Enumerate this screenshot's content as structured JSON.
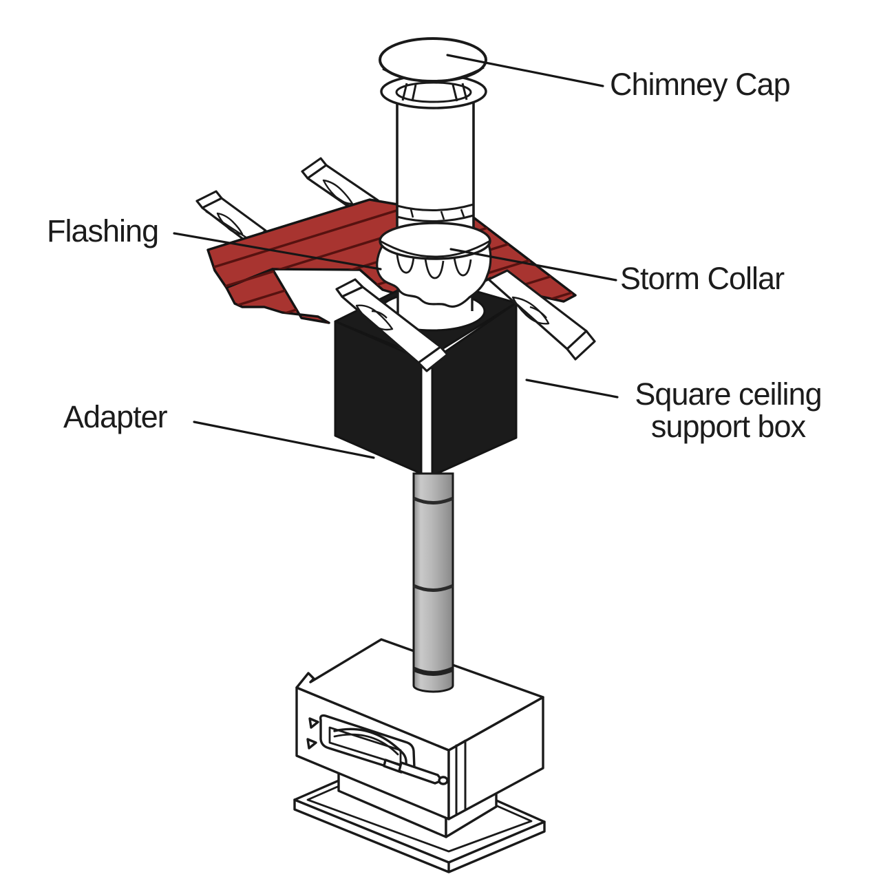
{
  "figure": {
    "type": "technical-diagram",
    "subject": "Wood stove chimney installation parts",
    "labels": {
      "chimney_cap": "Chimney Cap",
      "flashing": "Flashing",
      "storm_collar": "Storm Collar",
      "square_support_box": "Square ceiling\nsupport box",
      "adapter": "Adapter"
    },
    "colors": {
      "flashing_red": "#a83430",
      "flashing_stripe": "#571210",
      "support_box_black": "#1b1b1b",
      "stove_pipe_gray": "#b0b0b0",
      "outline": "#1a1a1a",
      "background": "#ffffff"
    }
  }
}
